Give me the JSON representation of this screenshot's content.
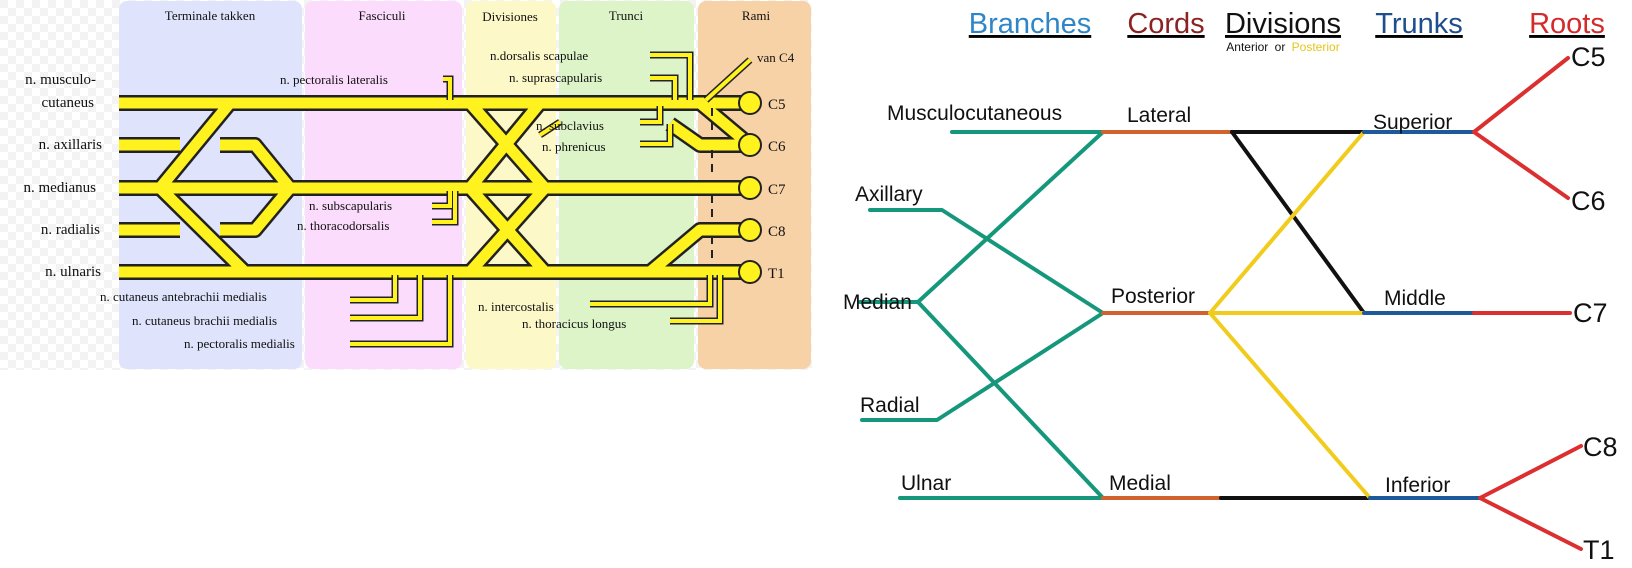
{
  "left_diagram": {
    "columns": {
      "terminal": "Terminale takken",
      "fasciculi": "Fasciculi",
      "divisiones": "Divisiones",
      "trunci": "Trunci",
      "rami": "Rami"
    },
    "branches": {
      "musculo_line1": "n. musculo-",
      "musculo_line2": "cutaneus",
      "axillaris": "n. axillaris",
      "medianus": "n. medianus",
      "radialis": "n. radialis",
      "ulnaris": "n. ulnaris"
    },
    "side_nerves": {
      "pectoralis_lateralis": "n. pectoralis lateralis",
      "dorsalis_scapulae": "n.dorsalis scapulae",
      "suprascapularis": "n. suprascapularis",
      "subclavius": "n. subclavius",
      "phrenicus": "n. phrenicus",
      "subscapularis": "n. subscapularis",
      "thoracodorsalis": "n. thoracodorsalis",
      "cut_antebrachii": "n. cutaneus antebrachii medialis",
      "cut_brachii": "n. cutaneus brachii medialis",
      "pectoralis_medialis": "n. pectoralis medialis",
      "intercostalis": "n. intercostalis",
      "thoracicus_longus": "n. thoracicus longus",
      "van_c4": "van C4"
    },
    "roots": {
      "c5": "C5",
      "c6": "C6",
      "c7": "C7",
      "c8": "C8",
      "t1": "T1"
    },
    "colors": {
      "terminal_bg": "#dfe3fc",
      "fasciculi_bg": "#fcdcfc",
      "divisiones_bg": "#fcf8c8",
      "trunci_bg": "#dcf4c8",
      "rami_bg": "#f7d2a6",
      "nerve_fill": "#fff21f",
      "nerve_outline": "#222222"
    }
  },
  "right_diagram": {
    "headers": {
      "branches": "Branches",
      "cords": "Cords",
      "divisions": "Divisions",
      "trunks": "Trunks",
      "roots": "Roots"
    },
    "divisions_sub": {
      "anterior": "Anterior",
      "or": "or",
      "posterior": "Posterior"
    },
    "branches": {
      "musculocutaneous": "Musculocutaneous",
      "axillary": "Axillary",
      "median": "Median",
      "radial": "Radial",
      "ulnar": "Ulnar"
    },
    "cords": {
      "lateral": "Lateral",
      "posterior": "Posterior",
      "medial": "Medial"
    },
    "trunks": {
      "superior": "Superior",
      "middle": "Middle",
      "inferior": "Inferior"
    },
    "roots": {
      "c5": "C5",
      "c6": "C6",
      "c7": "C7",
      "c8": "C8",
      "t1": "T1"
    },
    "colors": {
      "branches_header": "#2e86c8",
      "cords_header": "#8b2323",
      "divisions_header": "#111111",
      "trunks_header": "#1f4e8c",
      "roots_header": "#d42a2a",
      "posterior_sub": "#e6c619",
      "branch_line": "#14977a",
      "cord_line": "#d0622d",
      "anterior_line": "#111111",
      "posterior_line": "#f2cc1c",
      "trunk_line": "#1d5a99",
      "root_line": "#dc2f2f"
    }
  }
}
